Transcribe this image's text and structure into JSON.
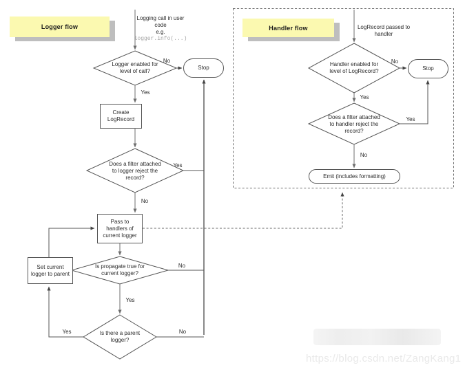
{
  "diagram": {
    "title_logger": "Logger flow",
    "title_handler": "Handler flow",
    "watermark": "https://blog.csdn.net/ZangKang1"
  },
  "logger_flow": {
    "banner_label": "Logger flow",
    "start_label": "Logging call in user\ncode\ne.g.",
    "start_code": "logger.info(...)",
    "nodes": {
      "logger_enabled": "Logger enabled for\nlevel of call?",
      "stop": "Stop",
      "create_logrecord": "Create\nLogRecord",
      "filter_logger": "Does a filter attached\nto logger reject the\nrecord?",
      "pass_to_handlers": "Pass to\nhandlers of\ncurrent logger",
      "is_propagate": "Is propagate true for\ncurrent logger?",
      "set_parent": "Set current\nlogger to parent",
      "has_parent": "Is there a parent\nlogger?"
    },
    "edges": {
      "enabled_no": "No",
      "enabled_yes": "Yes",
      "filter_yes": "Yes",
      "filter_no": "No",
      "propagate_no": "No",
      "propagate_yes": "Yes",
      "parent_yes": "Yes",
      "parent_no": "No"
    }
  },
  "handler_flow": {
    "banner_label": "Handler flow",
    "start_label": "LogRecord passed to\nhandler",
    "nodes": {
      "handler_enabled": "Handler enabled for\nlevel of LogRecord?",
      "stop": "Stop",
      "filter_handler": "Does a filter attached\nto handler reject the\nrecord?",
      "emit": "Emit (includes formatting)"
    },
    "edges": {
      "enabled_no": "No",
      "enabled_yes": "Yes",
      "filter_yes": "Yes",
      "filter_no": "No"
    }
  },
  "colors": {
    "banner_fill": "#fbf9b0",
    "banner_shadow": "#a8a8a8",
    "stroke": "#555555",
    "text": "#2b2b2b",
    "code_text": "#a6a6a6",
    "watermark": "#e9e9e9",
    "background": "#ffffff"
  }
}
